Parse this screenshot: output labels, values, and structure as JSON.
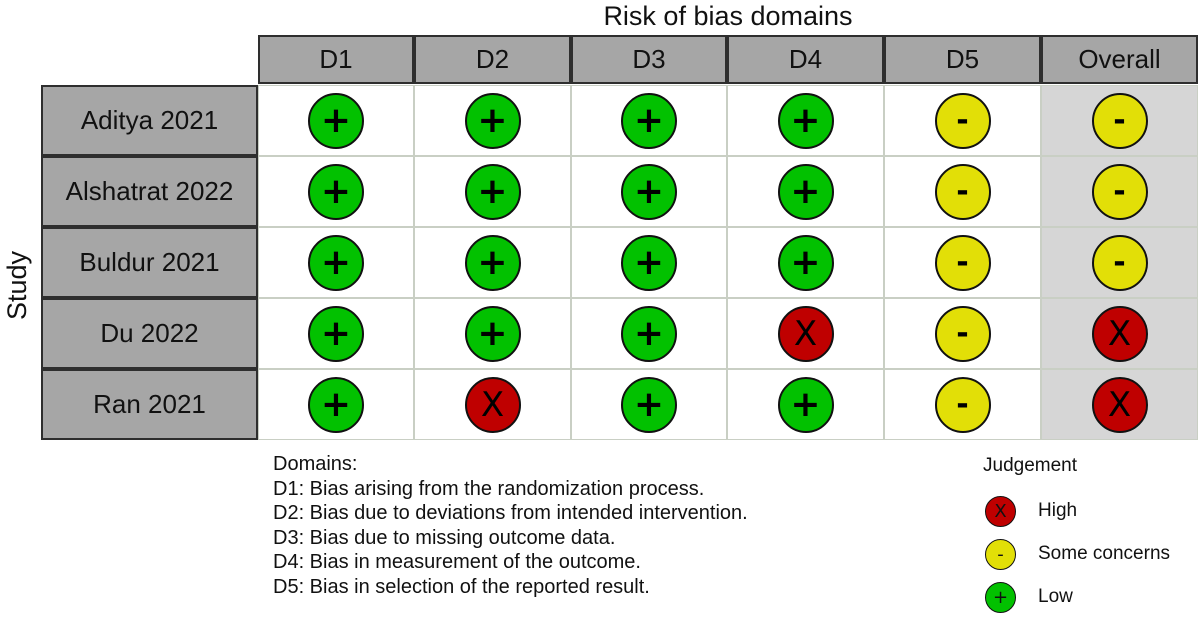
{
  "chart_data": {
    "type": "table",
    "title": "Risk of bias domains",
    "row_axis_label": "Study",
    "columns": [
      "D1",
      "D2",
      "D3",
      "D4",
      "D5",
      "Overall"
    ],
    "rows": [
      {
        "study": "Aditya 2021",
        "judgements": [
          "low",
          "low",
          "low",
          "low",
          "some",
          "some"
        ]
      },
      {
        "study": "Alshatrat 2022",
        "judgements": [
          "low",
          "low",
          "low",
          "low",
          "some",
          "some"
        ]
      },
      {
        "study": "Buldur 2021",
        "judgements": [
          "low",
          "low",
          "low",
          "low",
          "some",
          "some"
        ]
      },
      {
        "study": "Du 2022",
        "judgements": [
          "low",
          "low",
          "low",
          "high",
          "some",
          "high"
        ]
      },
      {
        "study": "Ran 2021",
        "judgements": [
          "low",
          "high",
          "low",
          "low",
          "some",
          "high"
        ]
      }
    ],
    "symbols": {
      "low": "+",
      "some": "-",
      "high": "X"
    },
    "colors": {
      "low": "#02c100",
      "some": "#e2df07",
      "high": "#bf0000",
      "header": "#a6a6a6",
      "overall_bg": "#d6d6d6"
    },
    "domains_legend": {
      "heading": "Domains:",
      "items": [
        "D1: Bias arising from the randomization process.",
        "D2: Bias due to deviations from intended intervention.",
        "D3: Bias due to missing outcome data.",
        "D4: Bias in measurement of the outcome.",
        "D5: Bias in selection of the reported result."
      ]
    },
    "judgement_legend": {
      "title": "Judgement",
      "items": [
        {
          "key": "high",
          "label": "High"
        },
        {
          "key": "some",
          "label": "Some concerns"
        },
        {
          "key": "low",
          "label": "Low"
        }
      ]
    }
  }
}
